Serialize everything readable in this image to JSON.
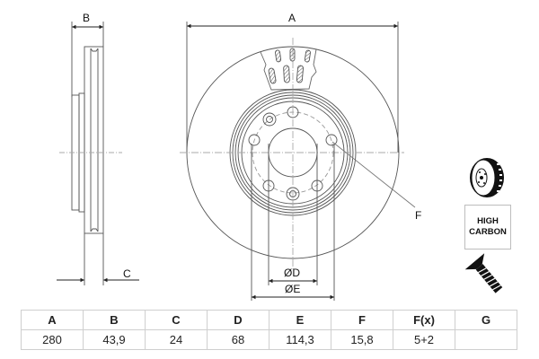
{
  "drawing": {
    "labels": {
      "a": "A",
      "b": "B",
      "c": "C",
      "d": "ØD",
      "e": "ØE",
      "f": "F"
    }
  },
  "badges": {
    "high_carbon_line1": "HIGH",
    "high_carbon_line2": "CARBON",
    "icons": [
      "vented-disc-icon",
      "countersunk-screw-icon"
    ]
  },
  "spec_table": {
    "headers": [
      "A",
      "B",
      "C",
      "D",
      "E",
      "F",
      "F(x)",
      "G"
    ],
    "values": [
      "280",
      "43,9",
      "24",
      "68",
      "114,3",
      "15,8",
      "5+2",
      ""
    ]
  }
}
